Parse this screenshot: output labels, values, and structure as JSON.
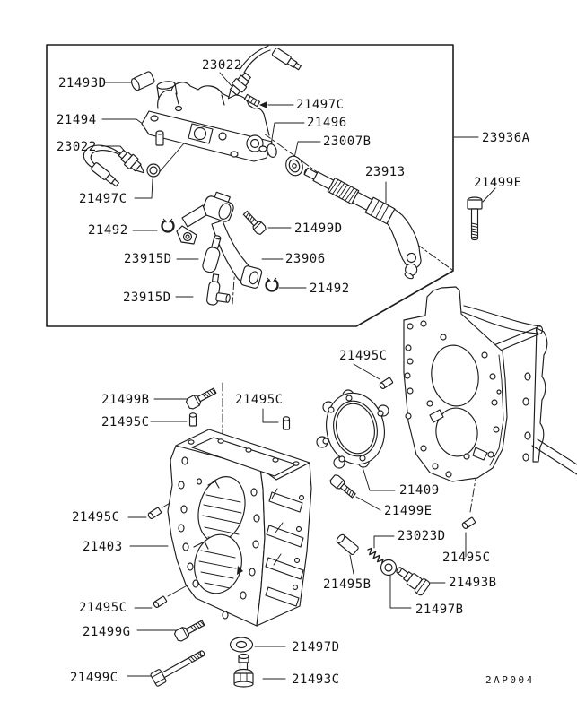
{
  "figure": {
    "kind": "transmission-case-parts-diagram",
    "background_color": "#ffffff",
    "line_color": "#1d1d1d",
    "drawing_code": "2AP004"
  },
  "labels": [
    {
      "id": "23022-top",
      "text": "23022"
    },
    {
      "id": "21493D",
      "text": "21493D"
    },
    {
      "id": "21497C-upper",
      "text": "21497C"
    },
    {
      "id": "21494",
      "text": "21494"
    },
    {
      "id": "23022-left",
      "text": "23022"
    },
    {
      "id": "21496",
      "text": "21496"
    },
    {
      "id": "23007B",
      "text": "23007B"
    },
    {
      "id": "23936A",
      "text": "23936A"
    },
    {
      "id": "23913",
      "text": "23913"
    },
    {
      "id": "21499E-upper",
      "text": "21499E"
    },
    {
      "id": "21497C-lower",
      "text": "21497C"
    },
    {
      "id": "21492-left",
      "text": "21492"
    },
    {
      "id": "21499D",
      "text": "21499D"
    },
    {
      "id": "23915D-upper",
      "text": "23915D"
    },
    {
      "id": "23906",
      "text": "23906"
    },
    {
      "id": "23915D-lower",
      "text": "23915D"
    },
    {
      "id": "21492-right",
      "text": "21492"
    },
    {
      "id": "21499B",
      "text": "21499B"
    },
    {
      "id": "21495C-topcenter",
      "text": "21495C"
    },
    {
      "id": "21495C-under-21499B",
      "text": "21495C"
    },
    {
      "id": "21495C-gasket",
      "text": "21495C"
    },
    {
      "id": "21409",
      "text": "21409"
    },
    {
      "id": "21499E-lower",
      "text": "21499E"
    },
    {
      "id": "21495C-midleft",
      "text": "21495C"
    },
    {
      "id": "21403",
      "text": "21403"
    },
    {
      "id": "23023D",
      "text": "23023D"
    },
    {
      "id": "21495C-right",
      "text": "21495C"
    },
    {
      "id": "21495B",
      "text": "21495B"
    },
    {
      "id": "21493B",
      "text": "21493B"
    },
    {
      "id": "21497B",
      "text": "21497B"
    },
    {
      "id": "21495C-lowleft",
      "text": "21495C"
    },
    {
      "id": "21499G",
      "text": "21499G"
    },
    {
      "id": "21497D",
      "text": "21497D"
    },
    {
      "id": "21499C",
      "text": "21499C"
    },
    {
      "id": "21493C",
      "text": "21493C"
    },
    {
      "id": "drawing-code",
      "text": "2AP004"
    }
  ]
}
